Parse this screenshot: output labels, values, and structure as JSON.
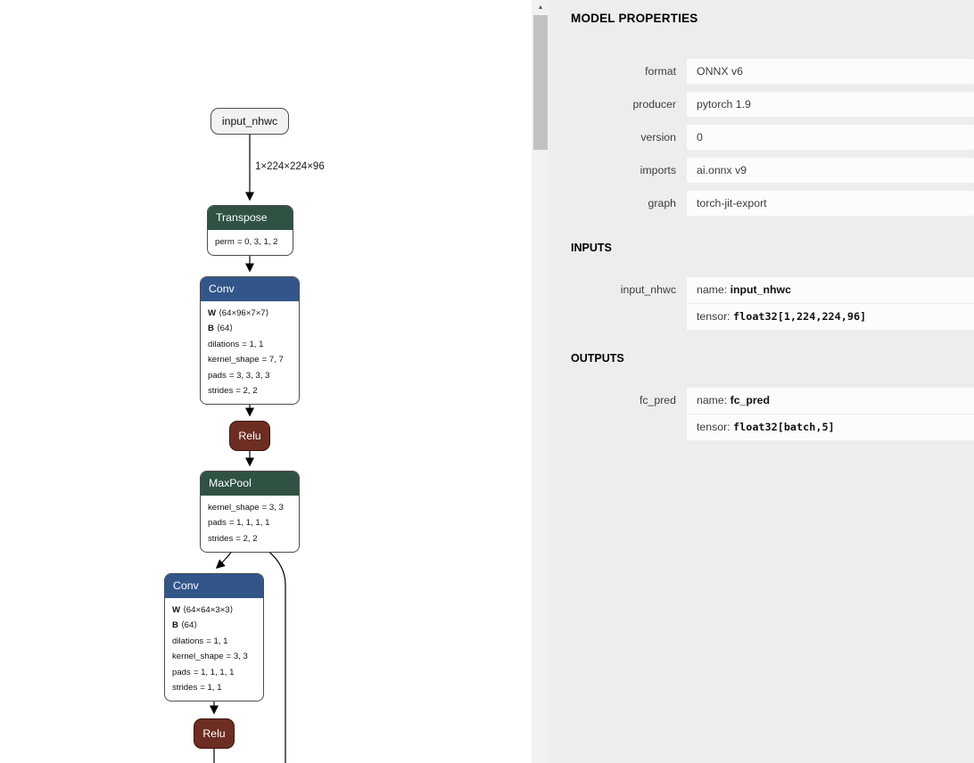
{
  "colors": {
    "conv_header": "#33568a",
    "transform_header": "#2f5243",
    "activation_node": "#6d2d23",
    "panel_background": "#ededed",
    "value_box": "#fcfcfc"
  },
  "graph": {
    "input_label": "input_nhwc",
    "edge_label": "1×224×224×96",
    "transpose": {
      "title": "Transpose",
      "attrs": [
        {
          "key": "perm",
          "val": "= 0, 3, 1, 2"
        }
      ]
    },
    "conv1": {
      "title": "Conv",
      "attrs": [
        {
          "key": "W",
          "val": "⟨64×96×7×7⟩"
        },
        {
          "key": "B",
          "val": "⟨64⟩"
        },
        {
          "key": "dilations",
          "val": "= 1, 1"
        },
        {
          "key": "kernel_shape",
          "val": "= 7, 7"
        },
        {
          "key": "pads",
          "val": "= 3, 3, 3, 3"
        },
        {
          "key": "strides",
          "val": "= 2, 2"
        }
      ]
    },
    "relu1": {
      "title": "Relu"
    },
    "maxpool": {
      "title": "MaxPool",
      "attrs": [
        {
          "key": "kernel_shape",
          "val": "= 3, 3"
        },
        {
          "key": "pads",
          "val": "= 1, 1, 1, 1"
        },
        {
          "key": "strides",
          "val": "= 2, 2"
        }
      ]
    },
    "conv2": {
      "title": "Conv",
      "attrs": [
        {
          "key": "W",
          "val": "⟨64×64×3×3⟩"
        },
        {
          "key": "B",
          "val": "⟨64⟩"
        },
        {
          "key": "dilations",
          "val": "= 1, 1"
        },
        {
          "key": "kernel_shape",
          "val": "= 3, 3"
        },
        {
          "key": "pads",
          "val": "= 1, 1, 1, 1"
        },
        {
          "key": "strides",
          "val": "= 1, 1"
        }
      ]
    },
    "relu2": {
      "title": "Relu"
    }
  },
  "scrollbar": {
    "up_arrow": "▲"
  },
  "panel": {
    "title": "MODEL PROPERTIES",
    "properties": [
      {
        "label": "format",
        "value": "ONNX v6"
      },
      {
        "label": "producer",
        "value": "pytorch 1.9"
      },
      {
        "label": "version",
        "value": "0"
      },
      {
        "label": "imports",
        "value": "ai.onnx v9"
      },
      {
        "label": "graph",
        "value": "torch-jit-export"
      }
    ],
    "inputs": {
      "title": "INPUTS",
      "items": [
        {
          "label": "input_nhwc",
          "name_key": "name:",
          "name": "input_nhwc",
          "tensor_key": "tensor:",
          "tensor": "float32[1,224,224,96]"
        }
      ]
    },
    "outputs": {
      "title": "OUTPUTS",
      "items": [
        {
          "label": "fc_pred",
          "name_key": "name:",
          "name": "fc_pred",
          "tensor_key": "tensor:",
          "tensor": "float32[batch,5]"
        }
      ]
    }
  }
}
